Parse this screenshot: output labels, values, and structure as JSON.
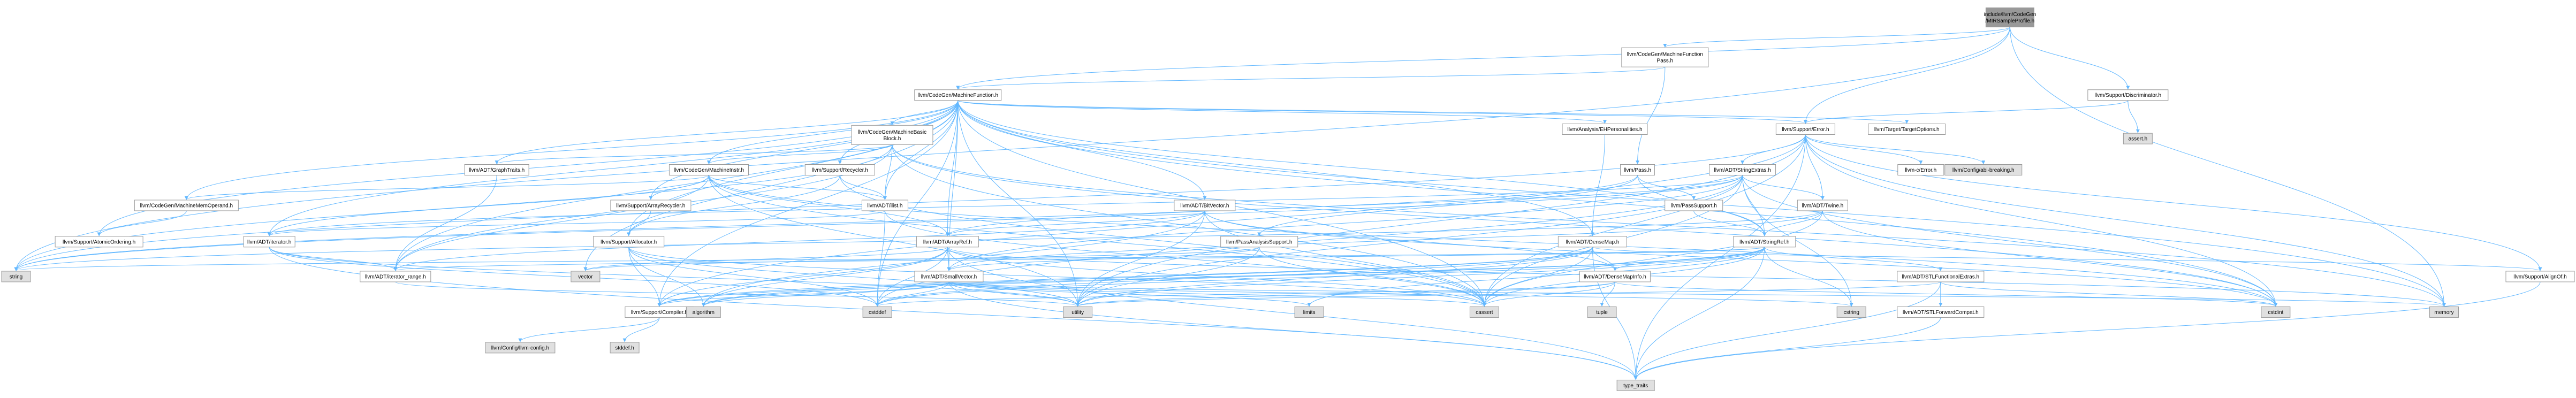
{
  "diagram": {
    "colors": {
      "edge": "#63b8ff",
      "node_fill": "#ffffff",
      "node_root": "#999999",
      "node_ext": "#e0e0e0",
      "node_border": "#999999",
      "link_text": "#000000",
      "truncated_text": "#bf0000"
    },
    "nodes": [
      {
        "id": "root",
        "label": "include/llvm/CodeGen\n/MIRSampleProfile.h",
        "kind": "root"
      },
      {
        "id": "mfpass",
        "label": "llvm/CodeGen/MachineFunction\nPass.h",
        "kind": "normal"
      },
      {
        "id": "discr",
        "label": "llvm/Support/Discriminator.h",
        "kind": "normal"
      },
      {
        "id": "mf",
        "label": "llvm/CodeGen/MachineFunction.h",
        "kind": "normal"
      },
      {
        "id": "assert",
        "label": "assert.h",
        "kind": "ext"
      },
      {
        "id": "mbb",
        "label": "llvm/CodeGen/MachineBasic\nBlock.h",
        "kind": "trunc"
      },
      {
        "id": "ehpers",
        "label": "llvm/Analysis/EHPersonalities.h",
        "kind": "trunc"
      },
      {
        "id": "error",
        "label": "llvm/Support/Error.h",
        "kind": "trunc"
      },
      {
        "id": "target",
        "label": "llvm/Target/TargetOptions.h",
        "kind": "trunc"
      },
      {
        "id": "graphtraits",
        "label": "llvm/ADT/GraphTraits.h",
        "kind": "normal"
      },
      {
        "id": "mi",
        "label": "llvm/CodeGen/MachineInstr.h",
        "kind": "trunc"
      },
      {
        "id": "recycler",
        "label": "llvm/Support/Recycler.h",
        "kind": "trunc"
      },
      {
        "id": "pass",
        "label": "llvm/Pass.h",
        "kind": "normal"
      },
      {
        "id": "strextras",
        "label": "llvm/ADT/StringExtras.h",
        "kind": "trunc"
      },
      {
        "id": "cerror",
        "label": "llvm-c/Error.h",
        "kind": "trunc"
      },
      {
        "id": "abibreak",
        "label": "llvm/Config/abi-breaking.h",
        "kind": "ext"
      },
      {
        "id": "mmo",
        "label": "llvm/CodeGen/MachineMemOperand.h",
        "kind": "trunc"
      },
      {
        "id": "arrayrecycler",
        "label": "llvm/Support/ArrayRecycler.h",
        "kind": "trunc"
      },
      {
        "id": "ilist",
        "label": "llvm/ADT/ilist.h",
        "kind": "trunc"
      },
      {
        "id": "bitvector",
        "label": "llvm/ADT/BitVector.h",
        "kind": "trunc"
      },
      {
        "id": "passsupport",
        "label": "llvm/PassSupport.h",
        "kind": "trunc"
      },
      {
        "id": "twine",
        "label": "llvm/ADT/Twine.h",
        "kind": "trunc"
      },
      {
        "id": "atomicordering",
        "label": "llvm/Support/AtomicOrdering.h",
        "kind": "normal"
      },
      {
        "id": "iterator",
        "label": "llvm/ADT/iterator.h",
        "kind": "trunc"
      },
      {
        "id": "allocator",
        "label": "llvm/Support/Allocator.h",
        "kind": "trunc"
      },
      {
        "id": "arrayref",
        "label": "llvm/ADT/ArrayRef.h",
        "kind": "trunc"
      },
      {
        "id": "passanalysis",
        "label": "llvm/PassAnalysisSupport.h",
        "kind": "trunc"
      },
      {
        "id": "densemap",
        "label": "llvm/ADT/DenseMap.h",
        "kind": "trunc"
      },
      {
        "id": "stringref",
        "label": "llvm/ADT/StringRef.h",
        "kind": "normal"
      },
      {
        "id": "iterrange",
        "label": "llvm/ADT/iterator_range.h",
        "kind": "normal"
      },
      {
        "id": "vector",
        "label": "vector",
        "kind": "ext"
      },
      {
        "id": "smallvector",
        "label": "llvm/ADT/SmallVector.h",
        "kind": "trunc"
      },
      {
        "id": "densemapinfo",
        "label": "llvm/ADT/DenseMapInfo.h",
        "kind": "normal"
      },
      {
        "id": "stlfunc",
        "label": "llvm/ADT/STLFunctionalExtras.h",
        "kind": "normal"
      },
      {
        "id": "string",
        "label": "string",
        "kind": "ext"
      },
      {
        "id": "alignof",
        "label": "llvm/Support/AlignOf.h",
        "kind": "normal"
      },
      {
        "id": "compiler",
        "label": "llvm/Support/Compiler.h",
        "kind": "normal"
      },
      {
        "id": "algorithm",
        "label": "algorithm",
        "kind": "ext"
      },
      {
        "id": "cstddef",
        "label": "cstddef",
        "kind": "ext"
      },
      {
        "id": "utility",
        "label": "utility",
        "kind": "ext"
      },
      {
        "id": "limits",
        "label": "limits",
        "kind": "ext"
      },
      {
        "id": "cassert",
        "label": "cassert",
        "kind": "ext"
      },
      {
        "id": "tuple",
        "label": "tuple",
        "kind": "ext"
      },
      {
        "id": "cstring",
        "label": "cstring",
        "kind": "ext"
      },
      {
        "id": "stlforward",
        "label": "llvm/ADT/STLForwardCompat.h",
        "kind": "normal"
      },
      {
        "id": "cstdint",
        "label": "cstdint",
        "kind": "ext"
      },
      {
        "id": "memory",
        "label": "memory",
        "kind": "ext"
      },
      {
        "id": "llvmconfig",
        "label": "llvm/Config/llvm-config.h",
        "kind": "ext"
      },
      {
        "id": "stddef",
        "label": "stddef.h",
        "kind": "ext"
      },
      {
        "id": "typetraits",
        "label": "type_traits",
        "kind": "ext"
      }
    ],
    "edges": [
      [
        "root",
        "mfpass"
      ],
      [
        "root",
        "discr"
      ],
      [
        "root",
        "mf"
      ],
      [
        "root",
        "string"
      ],
      [
        "root",
        "memory"
      ],
      [
        "root",
        "error"
      ],
      [
        "mfpass",
        "mf"
      ],
      [
        "mfpass",
        "pass"
      ],
      [
        "discr",
        "error"
      ],
      [
        "discr",
        "assert"
      ],
      [
        "mf",
        "mbb"
      ],
      [
        "mf",
        "ehpers"
      ],
      [
        "mf",
        "error"
      ],
      [
        "mf",
        "target"
      ],
      [
        "mf",
        "graphtraits"
      ],
      [
        "mf",
        "mi"
      ],
      [
        "mf",
        "recycler"
      ],
      [
        "mf",
        "mmo"
      ],
      [
        "mf",
        "arrayrecycler"
      ],
      [
        "mf",
        "ilist"
      ],
      [
        "mf",
        "bitvector"
      ],
      [
        "mf",
        "atomicordering"
      ],
      [
        "mf",
        "iterator"
      ],
      [
        "mf",
        "allocator"
      ],
      [
        "mf",
        "arrayref"
      ],
      [
        "mf",
        "densemap"
      ],
      [
        "mf",
        "iterrange"
      ],
      [
        "mf",
        "vector"
      ],
      [
        "mf",
        "smallvector"
      ],
      [
        "mf",
        "compiler"
      ],
      [
        "mf",
        "cassert"
      ],
      [
        "mf",
        "cstddef"
      ],
      [
        "mf",
        "cstdint"
      ],
      [
        "mf",
        "memory"
      ],
      [
        "mf",
        "utility"
      ],
      [
        "mf",
        "stringref"
      ],
      [
        "mbb",
        "mi"
      ],
      [
        "mbb",
        "graphtraits"
      ],
      [
        "mbb",
        "iterrange"
      ],
      [
        "mbb",
        "ilist"
      ],
      [
        "mbb",
        "cassert"
      ],
      [
        "mbb",
        "cstdint"
      ],
      [
        "mbb",
        "string"
      ],
      [
        "mbb",
        "memory"
      ],
      [
        "ehpers",
        "densemap"
      ],
      [
        "error",
        "strextras"
      ],
      [
        "error",
        "twine"
      ],
      [
        "error",
        "cerror"
      ],
      [
        "error",
        "abibreak"
      ],
      [
        "error",
        "alignof"
      ],
      [
        "error",
        "compiler"
      ],
      [
        "error",
        "cassert"
      ],
      [
        "error",
        "cstdint"
      ],
      [
        "error",
        "string"
      ],
      [
        "error",
        "memory"
      ],
      [
        "error",
        "utility"
      ],
      [
        "error",
        "typetraits"
      ],
      [
        "graphtraits",
        "iterrange"
      ],
      [
        "mi",
        "mmo"
      ],
      [
        "mi",
        "arrayrecycler"
      ],
      [
        "mi",
        "ilist"
      ],
      [
        "mi",
        "iterator"
      ],
      [
        "mi",
        "iterrange"
      ],
      [
        "mi",
        "arrayref"
      ],
      [
        "mi",
        "cassert"
      ],
      [
        "mi",
        "cstdint"
      ],
      [
        "mi",
        "utility"
      ],
      [
        "recycler",
        "ilist"
      ],
      [
        "recycler",
        "cassert"
      ],
      [
        "recycler",
        "allocator"
      ],
      [
        "pass",
        "passsupport"
      ],
      [
        "pass",
        "passanalysis"
      ],
      [
        "pass",
        "stringref"
      ],
      [
        "pass",
        "string"
      ],
      [
        "strextras",
        "arrayref"
      ],
      [
        "strextras",
        "smallvector"
      ],
      [
        "strextras",
        "stringref"
      ],
      [
        "strextras",
        "twine"
      ],
      [
        "strextras",
        "cassert"
      ],
      [
        "strextras",
        "cstddef"
      ],
      [
        "strextras",
        "cstdint"
      ],
      [
        "strextras",
        "cstring"
      ],
      [
        "strextras",
        "iterator"
      ],
      [
        "strextras",
        "string"
      ],
      [
        "strextras",
        "utility"
      ],
      [
        "mmo",
        "atomicordering"
      ],
      [
        "arrayrecycler",
        "allocator"
      ],
      [
        "ilist",
        "iterator"
      ],
      [
        "ilist",
        "cassert"
      ],
      [
        "ilist",
        "cstddef"
      ],
      [
        "bitvector",
        "arrayref"
      ],
      [
        "bitvector",
        "densemapinfo"
      ],
      [
        "bitvector",
        "iterrange"
      ],
      [
        "bitvector",
        "algorithm"
      ],
      [
        "bitvector",
        "cassert"
      ],
      [
        "bitvector",
        "climits"
      ],
      [
        "bitvector",
        "cstdint"
      ],
      [
        "bitvector",
        "cstdlib"
      ],
      [
        "bitvector",
        "utility"
      ],
      [
        "passsupport",
        "stringref"
      ],
      [
        "twine",
        "smallvector"
      ],
      [
        "twine",
        "stringref"
      ],
      [
        "twine",
        "cassert"
      ],
      [
        "twine",
        "cstdint"
      ],
      [
        "twine",
        "string"
      ],
      [
        "iterator",
        "iterrange"
      ],
      [
        "iterator",
        "cstddef"
      ],
      [
        "iterator",
        "utility"
      ],
      [
        "iterator",
        "typetraits"
      ],
      [
        "allocator",
        "compiler"
      ],
      [
        "allocator",
        "algorithm"
      ],
      [
        "allocator",
        "cassert"
      ],
      [
        "allocator",
        "cstddef"
      ],
      [
        "allocator",
        "utility"
      ],
      [
        "arrayref",
        "smallvector"
      ],
      [
        "arrayref",
        "compiler"
      ],
      [
        "arrayref",
        "algorithm"
      ],
      [
        "arrayref",
        "cassert"
      ],
      [
        "arrayref",
        "cstddef"
      ],
      [
        "arrayref",
        "vector"
      ],
      [
        "arrayref",
        "memory"
      ],
      [
        "arrayref",
        "typetraits"
      ],
      [
        "passanalysis",
        "smallvector"
      ],
      [
        "passanalysis",
        "cassert"
      ],
      [
        "passanalysis",
        "vector"
      ],
      [
        "passanalysis",
        "utility"
      ],
      [
        "densemap",
        "densemapinfo"
      ],
      [
        "densemap",
        "compiler"
      ],
      [
        "densemap",
        "algorithm"
      ],
      [
        "densemap",
        "cassert"
      ],
      [
        "densemap",
        "cstddef"
      ],
      [
        "densemap",
        "utility"
      ],
      [
        "densemap",
        "typetraits"
      ],
      [
        "densemap",
        "alignof"
      ],
      [
        "stringref",
        "densemapinfo"
      ],
      [
        "stringref",
        "stlfunc"
      ],
      [
        "stringref",
        "iterrange"
      ],
      [
        "stringref",
        "compiler"
      ],
      [
        "stringref",
        "algorithm"
      ],
      [
        "stringref",
        "cassert"
      ],
      [
        "stringref",
        "cstddef"
      ],
      [
        "stringref",
        "cstring"
      ],
      [
        "stringref",
        "limits"
      ],
      [
        "stringref",
        "string"
      ],
      [
        "stringref",
        "typetraits"
      ],
      [
        "stringref",
        "utility"
      ],
      [
        "iterrange",
        "utility"
      ],
      [
        "smallvector",
        "compiler"
      ],
      [
        "smallvector",
        "algorithm"
      ],
      [
        "smallvector",
        "cassert"
      ],
      [
        "smallvector",
        "cstddef"
      ],
      [
        "smallvector",
        "cstring"
      ],
      [
        "smallvector",
        "limits"
      ],
      [
        "smallvector",
        "memory"
      ],
      [
        "smallvector",
        "utility"
      ],
      [
        "smallvector",
        "typetraits"
      ],
      [
        "densemapinfo",
        "cassert"
      ],
      [
        "densemapinfo",
        "cstddef"
      ],
      [
        "densemapinfo",
        "cstdint"
      ],
      [
        "densemapinfo",
        "tuple"
      ],
      [
        "densemapinfo",
        "utility"
      ],
      [
        "stlfunc",
        "stlforward"
      ],
      [
        "stlfunc",
        "cstdint"
      ],
      [
        "stlfunc",
        "typetraits"
      ],
      [
        "stlfunc",
        "utility"
      ],
      [
        "stlforward",
        "typetraits"
      ],
      [
        "alignof",
        "typetraits"
      ],
      [
        "compiler",
        "llvmconfig"
      ],
      [
        "compiler",
        "stddef"
      ]
    ]
  }
}
